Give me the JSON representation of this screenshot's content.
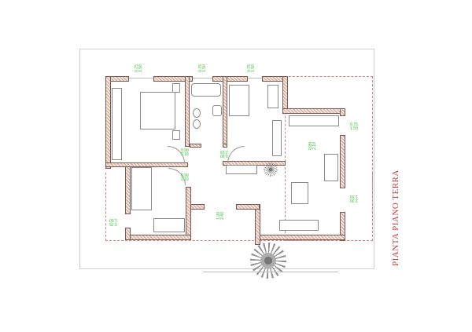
{
  "drawing": {
    "title": "PIANTA PIANO TERRA",
    "title_color": "#c23b3b",
    "wall_color": "#d9b5a8",
    "label_color": "#22cc22",
    "dashed_outline_color": "#d98080"
  },
  "openings": {
    "window_top_left": {
      "l1": "0.75",
      "l2": "1.50"
    },
    "window_top_bath": {
      "l1": "0.75",
      "l2": "1.50"
    },
    "window_top_right": {
      "l1": "0.75",
      "l2": "1.50"
    },
    "window_kitchen": {
      "l1": "0.75",
      "l2": "1.50"
    },
    "window_living": {
      "l1": "2.30",
      "l2": "1.50"
    },
    "window_bedroom2": {
      "l1": "0.75",
      "l2": "1.50"
    },
    "door_master": {
      "l1": "0.90",
      "l2": "2.10"
    },
    "door_bedroom2": {
      "l1": "0.90",
      "l2": "2.10"
    },
    "door_bedroom3": {
      "l1": "0.90",
      "l2": "2.10"
    },
    "door_entry": {
      "l1": "1.20",
      "l2": "2.40"
    },
    "door_kitchen": {
      "l1": "0.80",
      "l2": "2.10"
    }
  }
}
